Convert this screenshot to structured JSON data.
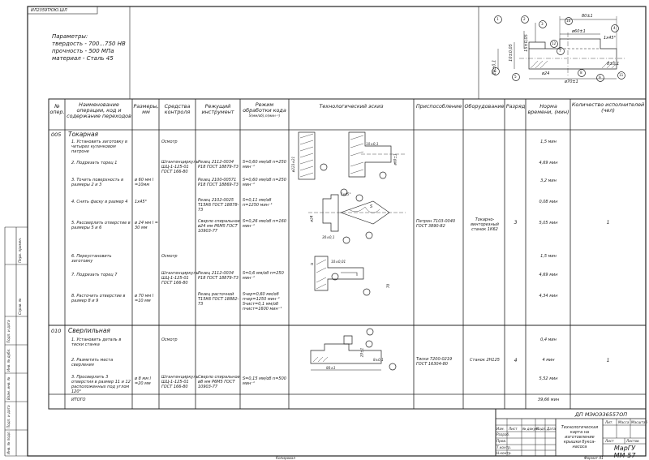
{
  "doc_code": "ИЛ2359TЮЮ.ШЛ",
  "params": {
    "title": "Параметры:",
    "lines": [
      "твердость - 700...750 HB",
      "прочность - 500 MПа",
      "материал - Сталь 45"
    ]
  },
  "top_dims": {
    "width": "80±1",
    "bore": "ø60±1",
    "chamfer": "1x45°",
    "right_step": "8±0,1",
    "pcd": "ø70±1",
    "holes": "ø24",
    "h1": "10±0,05",
    "h2": "20±0,1",
    "h3": "15±0,05"
  },
  "top_callouts": [
    "1",
    "2",
    "3",
    "4",
    "5",
    "6",
    "7",
    "8",
    "9",
    "10",
    "11",
    "12"
  ],
  "table": {
    "headers": {
      "num": "№ опер.",
      "name": "Наименование операции, код и содержание переходов",
      "sizes": "Размеры, мм",
      "control": "Средства контроля",
      "tool": "Режущий инструмент",
      "mode": "Режим обработки кода",
      "mode_units": "S(мм/об),n(мин⁻¹)",
      "sketch": "Технологический эскиз",
      "fixture": "Приспособление",
      "equipment": "Оборудование",
      "rank": "Разряд",
      "norm": "Норма времени, (мин)",
      "workers": "Количество исполнителей (чел)"
    },
    "op1": {
      "num": "005",
      "title": "Токарная",
      "steps": [
        {
          "text": "1. Установить заготовку в четырех кулачковом патроне",
          "size": "",
          "control": "Осмотр",
          "tool": "",
          "mode": "",
          "time": "1,5 мин"
        },
        {
          "text": "2. Подрезать торец 1",
          "size": "",
          "control": "Штангенциркуль ШЦ-1-125-01 ГОСТ 166-80",
          "tool": "Резец 2112-0034 Р18 ГОСТ 18879-73",
          "mode": "S=0,60 мм/об n=250 мин⁻¹",
          "time": "4,69 мин"
        },
        {
          "text": "3. Точить поверхность в размеры 2 и 3",
          "size": "ø 60 мм l =10мм",
          "control": "",
          "tool": "Резец 2100-00571 Р18 ГОСТ 18869-73",
          "mode": "S=0,60 мм/об n=250 мин⁻¹",
          "time": "3,2 мин"
        },
        {
          "text": "4. Снять фаску в размер 4",
          "size": "1x45°",
          "control": "",
          "tool": "Резец 2102-0025 Т15К6 ГОСТ 18878-73",
          "mode": "S=0,11 мм/об n=1250 мин⁻¹",
          "time": "0,08 мин"
        },
        {
          "text": "5. Рассверлить отверстие в размеры 5 и 6",
          "size": "ø 24 мм l = 30 мм",
          "control": "",
          "tool": "Сверло спиральное ø24 мм Р6М5 ГОСТ 10903-77",
          "mode": "S=0,26 мм/об n=160 мин⁻¹",
          "time": "5,05 мин"
        },
        {
          "text": "6. Переустановить заготовку",
          "size": "",
          "control": "Осмотр",
          "tool": "",
          "mode": "",
          "time": "1,5 мин"
        },
        {
          "text": "7. Подрезать торец 7",
          "size": "",
          "control": "Штангенциркуль ШЦ-1-125-01 ГОСТ 166-80",
          "tool": "Резец 2112-0034 Р18 ГОСТ 18879-73",
          "mode": "S=0,6 мм/об n=250 мин⁻¹",
          "time": "4,69 мин"
        },
        {
          "text": "8. Расточить отверстие в размер 8 и 9",
          "size": "ø 70 мм l =10 мм",
          "control": "",
          "tool": "Резец расточной Т15К6 ГОСТ 18882-73",
          "mode": "Sчер=0,60 мм/об nчер=1250 мин⁻¹ Sчист=0,1 мм/об nчист=1600 мин⁻¹",
          "time": "4,34 мин"
        }
      ],
      "fixture": "Патрон 7103-0040 ГОСТ 3890-82",
      "equipment": "Токарно-винторезный станок 1К62",
      "rank": "3",
      "workers": "1"
    },
    "op2": {
      "num": "010",
      "title": "Сверлильная",
      "steps": [
        {
          "text": "1. Установить деталь в тиски станка",
          "size": "",
          "control": "Осмотр",
          "tool": "",
          "mode": "",
          "time": "0,4 мин"
        },
        {
          "text": "2. Разметить места сверления",
          "size": "",
          "control": "",
          "tool": "",
          "mode": "",
          "time": "4 мин"
        },
        {
          "text": "3. Просверлить 3 отверстия в размер 11 и 12 расположенных под углом 120°",
          "size": "ø 8 мм l =20 мм",
          "control": "Штангенциркуль ШЦ-1-125-01 ГОСТ 166-80",
          "tool": "Сверло спиральное ø8 мм Р6М5 ГОСТ 10903-77",
          "mode": "S=0,15 мм/об n=500 мин⁻¹",
          "time": "5,52 мин"
        }
      ],
      "fixture": "Тиски 7200-0219 ГОСТ 16304-80",
      "equipment": "Станок 2Н125",
      "rank": "4",
      "workers": "1"
    },
    "total_label": "ИТОГО",
    "total_time": "39,66 мин"
  },
  "sketch_labels": {
    "d1": "ø223±21",
    "d2": "10±0,1",
    "d3": "ø60±1",
    "d4": "1x45°",
    "d5": "ø24",
    "d6": "30±0,1",
    "d7": "10±0,01",
    "d8": "70",
    "d9": "8±0,1",
    "d10": "80±1",
    "d11": "20±1",
    "s": "S",
    "n": "n"
  },
  "title_block": {
    "doc": "ДП МЭЮЭ36557ОП",
    "name": "Технологическая карта на изготовление крышки букса-насоса",
    "org": "МарГУ ММ-57",
    "lit": "Лит.",
    "mass": "Масса",
    "scale": "Масштаб",
    "sheet": "Лист",
    "sheets": "Листов",
    "row_labels": [
      "Изм.",
      "Лист",
      "№ докум.",
      "Подп.",
      "Дата"
    ],
    "roles": [
      "Разраб.",
      "Пров.",
      "Т.контр.",
      "",
      "Н.контр.",
      "Утв."
    ],
    "footer_left": "Копировал",
    "footer_right": "Формат А1"
  },
  "margin_labels": [
    "Перв. примен.",
    "Справ. №",
    "Подп. и дата",
    "Инв. № дубл.",
    "Взам. инв. №",
    "Подп. и дата",
    "Инв. № подл."
  ]
}
